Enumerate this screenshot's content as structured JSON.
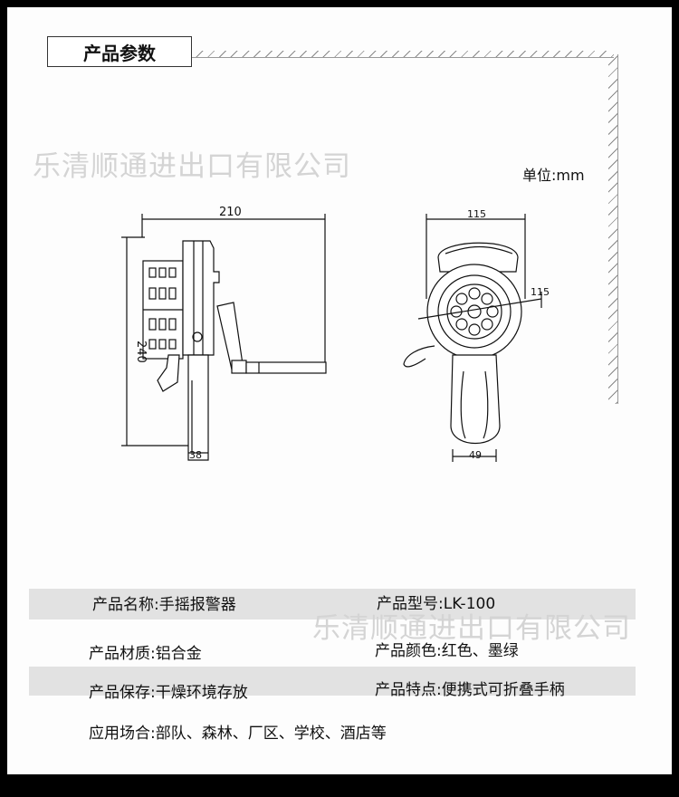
{
  "section_title": "产品参数",
  "watermark": "乐清顺通进出口有限公司",
  "unit_label": "单位:mm",
  "dimensions": {
    "side_width": "210",
    "side_height": "240",
    "side_handle_width": "38",
    "front_width": "115",
    "front_depth": "115",
    "front_handle_width": "49"
  },
  "specs": {
    "name": "产品名称:手摇报警器",
    "model": "产品型号:LK-100",
    "material": "产品材质:铝合金",
    "color": "产品颜色:红色、墨绿",
    "storage": "产品保存:干燥环境存放",
    "feature": "产品特点:便携式可折叠手柄",
    "usage": "应用场合:部队、森林、厂区、学校、酒店等"
  }
}
